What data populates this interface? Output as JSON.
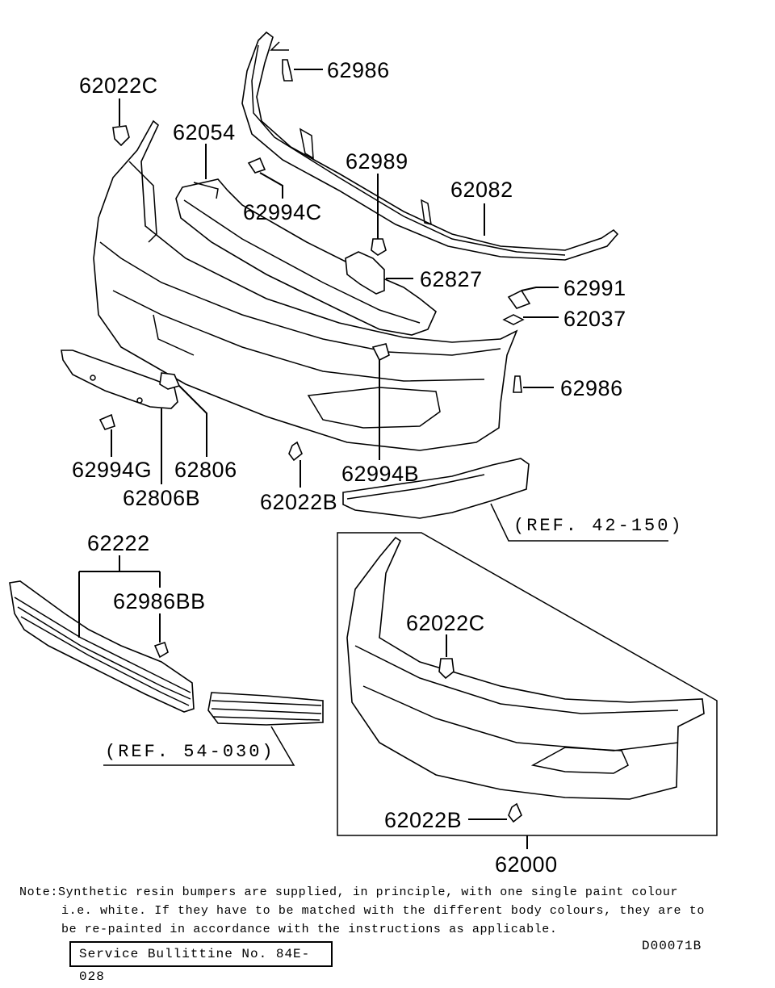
{
  "diagram": {
    "type": "exploded-parts-diagram",
    "subject": "front bumper assembly",
    "labels": {
      "p62986_top": "62986",
      "p62022C_top": "62022C",
      "p62054": "62054",
      "p62989": "62989",
      "p62082": "62082",
      "p62994C": "62994C",
      "p62827": "62827",
      "p62991": "62991",
      "p62037": "62037",
      "p62986_right": "62986",
      "p62994G": "62994G",
      "p62806": "62806",
      "p62806B": "62806B",
      "p62022B_mid": "62022B",
      "p62994B": "62994B",
      "p62222": "62222",
      "p62986BB": "62986BB",
      "p62022C_inset": "62022C",
      "p62022B_inset": "62022B",
      "p62000": "62000"
    },
    "references": {
      "ref_42_150": "(REF. 42-150)",
      "ref_54_030": "(REF. 54-030)"
    }
  },
  "notes": {
    "line1": "Note:Synthetic resin bumpers are supplied, in principle, with one single paint colour",
    "line2": "i.e. white. If they have to be matched with the different body colours, they are to",
    "line3": "be re-painted in accordance with the instructions as applicable."
  },
  "bulletin": "Service Bullittine No. 84E-028",
  "drawing_code": "D00071B"
}
